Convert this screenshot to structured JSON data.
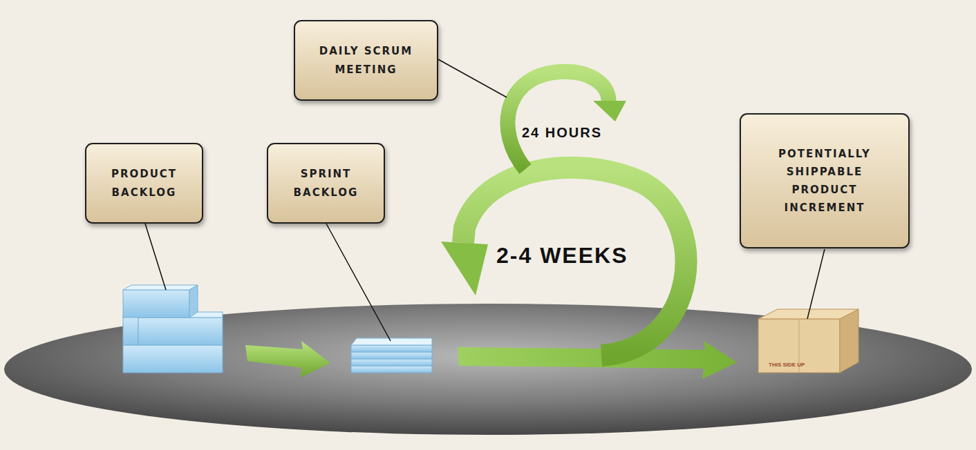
{
  "diagram": {
    "nodes": [
      {
        "text": [
          "PRODUCT BACKLOG"
        ]
      },
      {
        "text": [
          "SPRINT BACKLOG"
        ]
      },
      {
        "text": [
          "DAILY SCRUM MEETING"
        ]
      },
      {
        "text": [
          "POTENTIALLY SHIPPABLE PRODUCT INCREMENT"
        ]
      }
    ],
    "labels": [
      "24 HOURS",
      "2-4 WEEKS",
      "THIS SIDE UP"
    ]
  }
}
